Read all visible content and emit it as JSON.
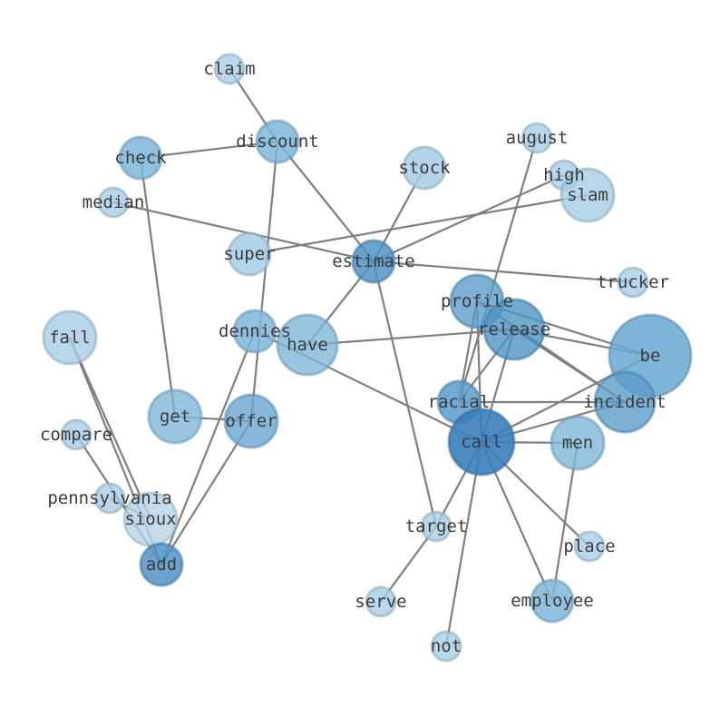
{
  "graph": {
    "nodes": [
      {
        "id": "claim",
        "label": "claim",
        "weight": 1,
        "color": "#a7cde5"
      },
      {
        "id": "discount",
        "label": "discount",
        "weight": 2,
        "color": "#7fb6da"
      },
      {
        "id": "check",
        "label": "check",
        "weight": 2,
        "color": "#7fb6da"
      },
      {
        "id": "median",
        "label": "median",
        "weight": 1,
        "color": "#a7cde5"
      },
      {
        "id": "stock",
        "label": "stock",
        "weight": 2,
        "color": "#a7cde5"
      },
      {
        "id": "august",
        "label": "august",
        "weight": 1,
        "color": "#a7cde5"
      },
      {
        "id": "high",
        "label": "high",
        "weight": 1,
        "color": "#a7cde5"
      },
      {
        "id": "slam",
        "label": "slam",
        "weight": 3,
        "color": "#a7cde5"
      },
      {
        "id": "super",
        "label": "super",
        "weight": 2,
        "color": "#a7cde5"
      },
      {
        "id": "estimate",
        "label": "estimate",
        "weight": 2,
        "color": "#4f93c6"
      },
      {
        "id": "trucker",
        "label": "trucker",
        "weight": 1,
        "color": "#a7cde5"
      },
      {
        "id": "profile",
        "label": "profile",
        "weight": 3,
        "color": "#5b9cca"
      },
      {
        "id": "release",
        "label": "release",
        "weight": 4,
        "color": "#4f93c6"
      },
      {
        "id": "dennies",
        "label": "dennies",
        "weight": 2,
        "color": "#7fb6da"
      },
      {
        "id": "have",
        "label": "have",
        "weight": 4,
        "color": "#7fb6da"
      },
      {
        "id": "fall",
        "label": "fall",
        "weight": 3,
        "color": "#a7cde5"
      },
      {
        "id": "be",
        "label": "be",
        "weight": 6,
        "color": "#6aa8d3"
      },
      {
        "id": "racial",
        "label": "racial",
        "weight": 2,
        "color": "#5b9cca"
      },
      {
        "id": "incident",
        "label": "incident",
        "weight": 4,
        "color": "#5b9cca"
      },
      {
        "id": "get",
        "label": "get",
        "weight": 3,
        "color": "#7fb6da"
      },
      {
        "id": "offer",
        "label": "offer",
        "weight": 3,
        "color": "#6aa8d3"
      },
      {
        "id": "compare",
        "label": "compare",
        "weight": 1,
        "color": "#a7cde5"
      },
      {
        "id": "call",
        "label": "call",
        "weight": 5,
        "color": "#3a80bc"
      },
      {
        "id": "men",
        "label": "men",
        "weight": 3,
        "color": "#7fb6da"
      },
      {
        "id": "pennsylvania",
        "label": "pennsylvania",
        "weight": 1,
        "color": "#a7cde5"
      },
      {
        "id": "sioux",
        "label": "sioux",
        "weight": 3,
        "color": "#b5d4e8"
      },
      {
        "id": "target",
        "label": "target",
        "weight": 1,
        "color": "#a7cde5"
      },
      {
        "id": "place",
        "label": "place",
        "weight": 1,
        "color": "#a7cde5"
      },
      {
        "id": "add",
        "label": "add",
        "weight": 2,
        "color": "#4f93c6"
      },
      {
        "id": "serve",
        "label": "serve",
        "weight": 1,
        "color": "#a7cde5"
      },
      {
        "id": "employee",
        "label": "employee",
        "weight": 2,
        "color": "#7fb6da"
      },
      {
        "id": "not",
        "label": "not",
        "weight": 1,
        "color": "#a7cde5"
      }
    ],
    "edges": [
      [
        "claim",
        "discount"
      ],
      [
        "check",
        "discount"
      ],
      [
        "discount",
        "estimate"
      ],
      [
        "discount",
        "offer"
      ],
      [
        "check",
        "get"
      ],
      [
        "median",
        "estimate"
      ],
      [
        "stock",
        "estimate"
      ],
      [
        "high",
        "estimate"
      ],
      [
        "slam",
        "super"
      ],
      [
        "estimate",
        "trucker"
      ],
      [
        "estimate",
        "have"
      ],
      [
        "estimate",
        "target"
      ],
      [
        "august",
        "racial"
      ],
      [
        "have",
        "release"
      ],
      [
        "dennies",
        "call"
      ],
      [
        "dennies",
        "add"
      ],
      [
        "profile",
        "be"
      ],
      [
        "profile",
        "incident"
      ],
      [
        "profile",
        "racial"
      ],
      [
        "profile",
        "call"
      ],
      [
        "release",
        "be"
      ],
      [
        "release",
        "incident"
      ],
      [
        "release",
        "racial"
      ],
      [
        "release",
        "call"
      ],
      [
        "be",
        "call"
      ],
      [
        "racial",
        "incident"
      ],
      [
        "incident",
        "call"
      ],
      [
        "call",
        "men"
      ],
      [
        "call",
        "place"
      ],
      [
        "call",
        "employee"
      ],
      [
        "call",
        "not"
      ],
      [
        "call",
        "target"
      ],
      [
        "men",
        "employee"
      ],
      [
        "target",
        "serve"
      ],
      [
        "get",
        "offer"
      ],
      [
        "offer",
        "add"
      ],
      [
        "fall",
        "add"
      ],
      [
        "fall",
        "sioux"
      ],
      [
        "compare",
        "add"
      ],
      [
        "pennsylvania",
        "sioux"
      ]
    ]
  }
}
